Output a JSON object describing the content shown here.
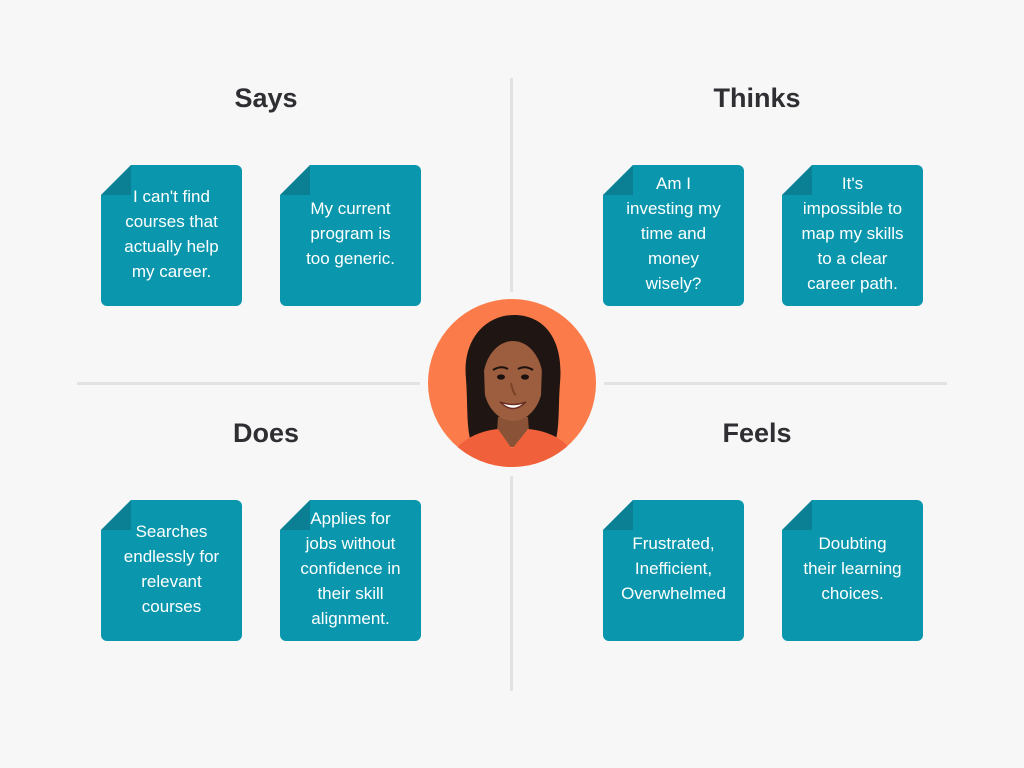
{
  "quadrants": {
    "says": {
      "title": "Says",
      "notes": [
        "I can't find\ncourses that\nactually help\nmy career.",
        "My current\nprogram is\ntoo generic."
      ]
    },
    "thinks": {
      "title": "Thinks",
      "notes": [
        "Am I\ninvesting my\ntime and\nmoney\nwisely?",
        "It's\nimpossible to\nmap my skills\nto a clear\ncareer path."
      ]
    },
    "does": {
      "title": "Does",
      "notes": [
        "Searches\nendlessly for\nrelevant\ncourses",
        "Applies for\njobs without\nconfidence in\ntheir skill\nalignment."
      ]
    },
    "feels": {
      "title": "Feels",
      "notes": [
        "Frustrated,\nInefficient,\nOverwhelmed",
        "Doubting\ntheir learning\nchoices."
      ]
    }
  },
  "colors": {
    "note": "#0a97ad",
    "note_fold": "#0b7f93",
    "avatar_bg": "#fb7c4a",
    "heading": "#2f2f33",
    "background": "#f7f7f7",
    "divider": "#e2e2e2"
  },
  "center": {
    "icon": "persona-portrait"
  }
}
